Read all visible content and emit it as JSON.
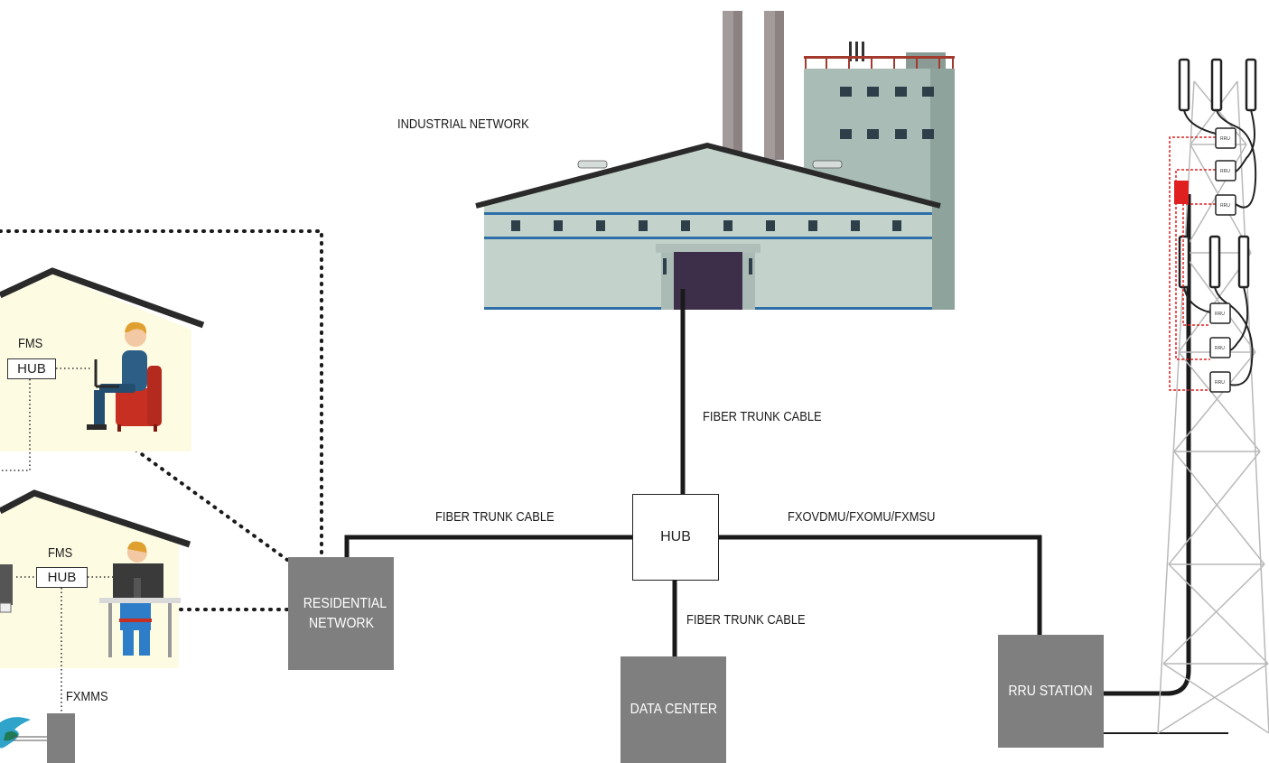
{
  "labels": {
    "industrial_network": "INDUSTRIAL NETWORK",
    "cable_vertical_top": "FIBER TRUNK CABLE",
    "cable_left": "FIBER TRUNK CABLE",
    "cable_right": "FXOVDMU/FXOMU/FXMSU",
    "cable_bottom": "FIBER TRUNK CABLE",
    "fxmms": "FXMMS"
  },
  "nodes": {
    "hub": "HUB",
    "residential_network": "RESIDENTIAL NETWORK",
    "data_center": "DATA CENTER",
    "rru_station": "RRU STATION"
  },
  "houses": [
    {
      "fms_label": "FMS",
      "hub_label": "HUB"
    },
    {
      "fms_label": "FMS",
      "hub_label": "HUB"
    }
  ],
  "tower": {
    "rru_units": [
      "RRU",
      "RRU",
      "RRU",
      "RRU",
      "RRU",
      "RRU"
    ]
  },
  "colors": {
    "cable": "#1a1a1a",
    "node_box": "#7f7f7f",
    "house_fill": "#fdfbe2",
    "factory_wall": "#c3d3cc",
    "tower_red_link": "#e02020"
  }
}
